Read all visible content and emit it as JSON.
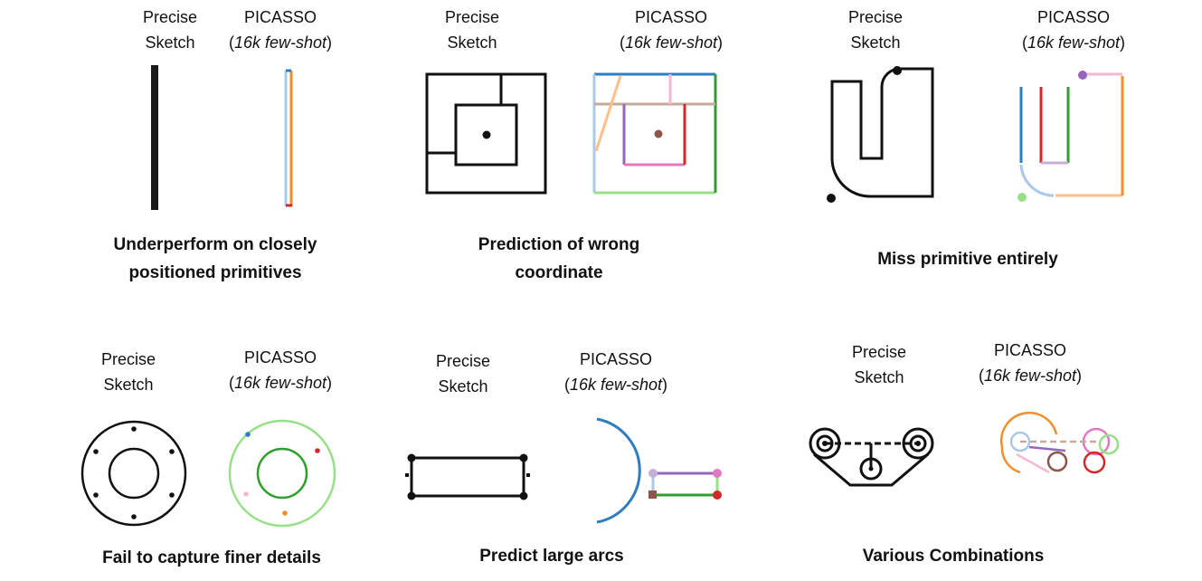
{
  "labels": {
    "precise_line1": "Precise",
    "precise_line2": "Sketch",
    "picasso_line1": "PICASSO",
    "picasso_open": "(",
    "picasso_italic": "16k few-shot",
    "picasso_close": ")"
  },
  "captions": {
    "c1_line1": "Underperform on closely",
    "c1_line2": "positioned primitives",
    "c2_line1": "Prediction of wrong",
    "c2_line2": "coordinate",
    "c3": "Miss primitive entirely",
    "c4": "Fail to capture finer details",
    "c5": "Predict large arcs",
    "c6": "Various Combinations"
  },
  "colors": {
    "sketch": "#111111",
    "blue": "#2e7ebf",
    "light_blue": "#aac8e8",
    "orange": "#f28e2b",
    "light_orange": "#ffbf86",
    "red": "#d62728",
    "green": "#2ca02c",
    "light_green": "#98df8a",
    "purple": "#9467bd",
    "pink": "#e377c2",
    "light_pink": "#f7b6d2",
    "brown": "#8c564b",
    "tan": "#c7a99b",
    "lavender": "#c5b0d5"
  }
}
